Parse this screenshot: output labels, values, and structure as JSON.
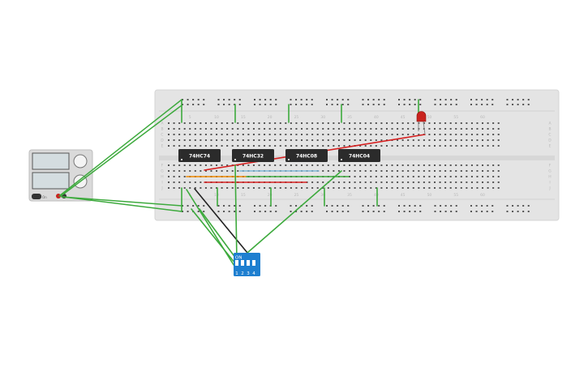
{
  "breadboard": {
    "column_numbers": [
      "5",
      "10",
      "15",
      "20",
      "25",
      "30",
      "35",
      "40",
      "45",
      "50",
      "55",
      "60"
    ],
    "row_letters_top": [
      "A",
      "B",
      "C",
      "D",
      "E"
    ],
    "row_letters_bottom": [
      "F",
      "G",
      "H",
      "I",
      "J"
    ]
  },
  "chips": [
    {
      "label": "74HC74"
    },
    {
      "label": "74HC32"
    },
    {
      "label": "74HC08"
    },
    {
      "label": "74HC04"
    }
  ],
  "dip_switch": {
    "on_label": "ON",
    "positions": [
      "1",
      "2",
      "3",
      "4"
    ]
  },
  "power_supply": {
    "button_label": "On"
  },
  "colors": {
    "breadboard": "#e4e4e4",
    "wire_green": "#3daa3d",
    "wire_red": "#d62020",
    "wire_orange": "#f08a00",
    "wire_blue": "#7fb8d8",
    "wire_black": "#222222",
    "chip": "#2b2b2b",
    "dip_blue": "#1e7fd0",
    "led_red": "#c9231e"
  }
}
